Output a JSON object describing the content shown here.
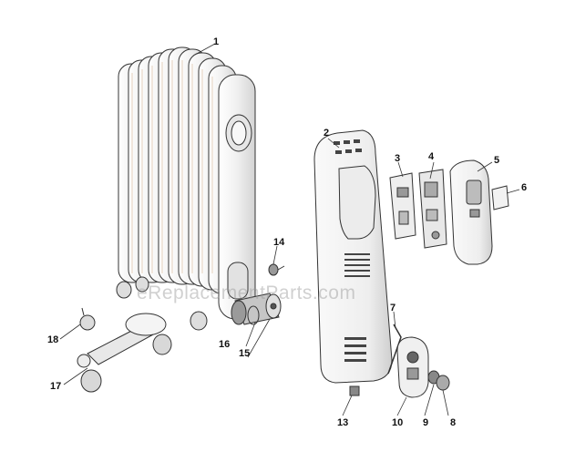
{
  "diagram": {
    "watermark": "eReplacementParts.com",
    "callouts": [
      "1",
      "2",
      "3",
      "4",
      "5",
      "6",
      "7",
      "8",
      "9",
      "10",
      "13",
      "14",
      "15",
      "16",
      "17",
      "18"
    ]
  },
  "colors": {
    "line": "#333333",
    "fill": "#f4f4f4",
    "shade": "#d8d8d8",
    "accent": "#ead8c8"
  }
}
